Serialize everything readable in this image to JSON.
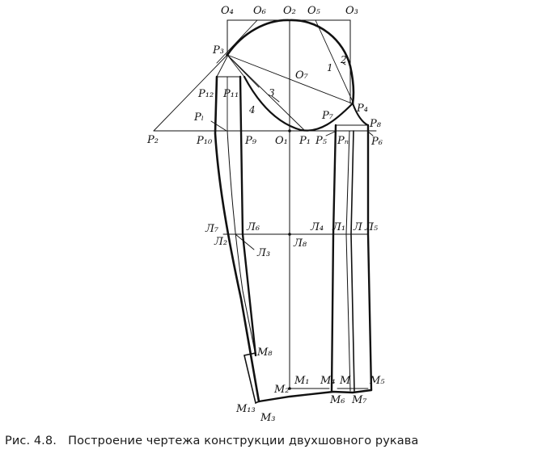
{
  "figure": {
    "caption_number": "Рис. 4.8.",
    "caption_text": "Построение чертежа конструкции двухшовного рукава"
  },
  "points": {
    "O4": "O₄",
    "O6": "O₆",
    "O2": "O₂",
    "O5": "O₅",
    "O3": "O₃",
    "P3": "P₃",
    "O7": "O₇",
    "P4": "P₄",
    "P12": "P₁₂",
    "P11": "P₁₁",
    "PL": "Pₗ",
    "P7": "P₇",
    "P8": "P₈",
    "P2": "P₂",
    "P10": "P₁₀",
    "P9": "P₉",
    "O1": "O₁",
    "P1": "P₁",
    "P5": "P₅",
    "Pn": "Pₙ",
    "P6": "P₆",
    "L7": "Л₇",
    "L6": "Л₆",
    "L4": "Л₄",
    "L1": "Л₁",
    "L": "Л",
    "L5": "Л₅",
    "L2": "Л₂",
    "L3": "Л₃",
    "L8": "Л₈",
    "M8": "M₈",
    "M1": "M₁",
    "M4": "M₄",
    "M": "M",
    "M5": "M₅",
    "M2": "M₂",
    "M6": "M₆",
    "M7": "M₇",
    "M13": "M₁₃",
    "M3": "M₃"
  },
  "curve_numbers": {
    "n1": "1",
    "n2": "2",
    "n3": "3",
    "n4": "4"
  }
}
